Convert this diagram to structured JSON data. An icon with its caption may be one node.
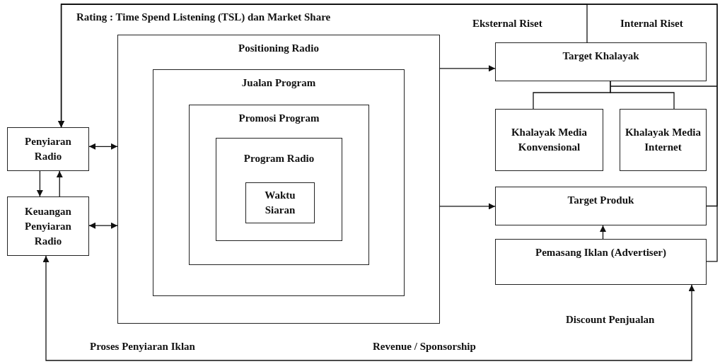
{
  "diagram": {
    "nodes": [
      {
        "text": [
          "Penyiaran Radio"
        ]
      },
      {
        "text": [
          "Keuangan Penyiaran Radio"
        ]
      },
      {
        "text": [
          "Positioning Radio"
        ]
      },
      {
        "text": [
          "Jualan Program"
        ],
        "in": 2
      },
      {
        "text": [
          "Promosi Program"
        ],
        "in": 3
      },
      {
        "text": [
          "Program Radio"
        ],
        "in": 4
      },
      {
        "text": [
          "Waktu Siaran"
        ],
        "in": 5
      },
      {
        "text": [
          "Target Khalayak"
        ]
      },
      {
        "text": [
          "Khalayak Media Konvensional"
        ]
      },
      {
        "text": [
          "Khalayak Media Internet"
        ]
      },
      {
        "text": [
          "Target Produk"
        ]
      },
      {
        "text": [
          "Pemasang Iklan (Advertiser)"
        ]
      }
    ],
    "edges": [
      {
        "from": 7,
        "to": 0,
        "arrow": "to",
        "label": "Rating : Time Spend Listening (TSL) dan Market Share"
      },
      {
        "from": 10,
        "to": 0,
        "arrow": "to"
      },
      {
        "from": 11,
        "to": 0,
        "arrow": "to"
      },
      {
        "from": 0,
        "to": 2,
        "arrow": "both"
      },
      {
        "from": 1,
        "to": 2,
        "arrow": "both"
      },
      {
        "from": 0,
        "to": 1,
        "arrow": "to"
      },
      {
        "from": 1,
        "to": 0,
        "arrow": "to"
      },
      {
        "from": 2,
        "to": 7,
        "arrow": "to"
      },
      {
        "from": 2,
        "to": 10,
        "arrow": "to"
      },
      {
        "from": 7,
        "to": 8,
        "arrow": "none"
      },
      {
        "from": 7,
        "to": 9,
        "arrow": "none"
      },
      {
        "from": 11,
        "to": 10,
        "arrow": "to"
      },
      {
        "from": 1,
        "to": 11,
        "arrow": "both",
        "label": "Revenue / Sponsorship"
      }
    ],
    "labels": [
      "Eksternal Riset",
      "Internal Riset",
      "Proses Penyiaran Iklan",
      "Discount Penjualan"
    ]
  }
}
